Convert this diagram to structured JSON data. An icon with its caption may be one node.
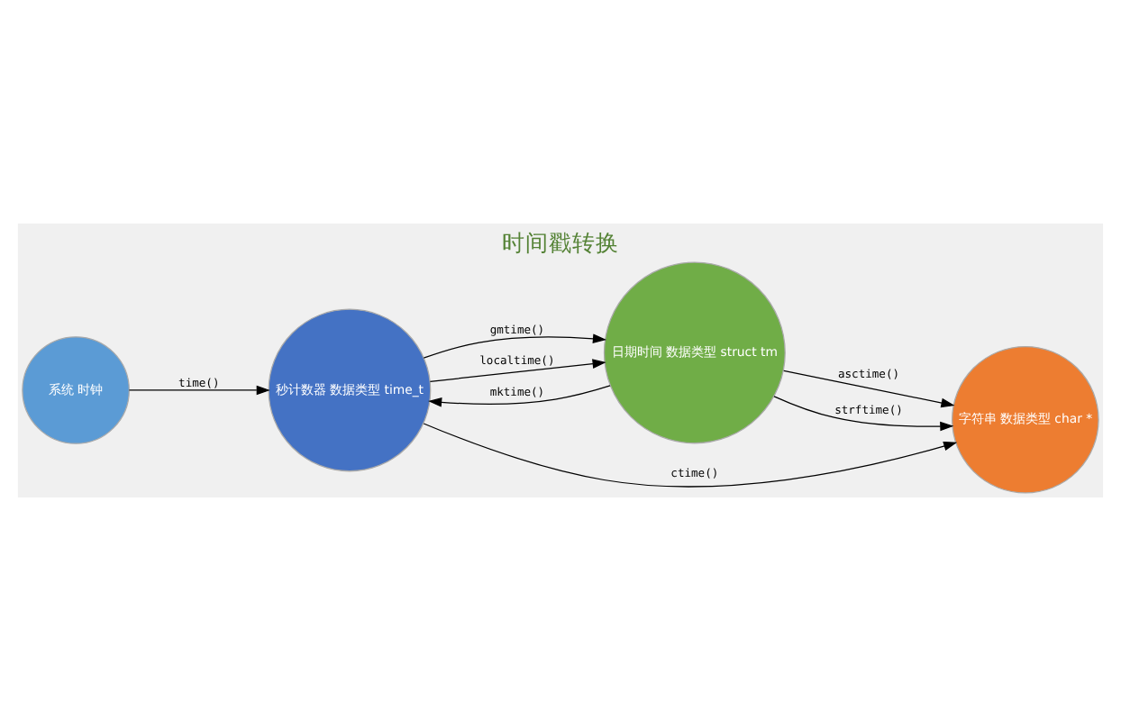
{
  "diagram": {
    "title": "时间戳转换",
    "nodes": [
      {
        "text": [
          "秒计数器 数据类型 time_t"
        ]
      },
      {
        "text": [
          "日期时间 数据类型 struct tm"
        ]
      },
      {
        "text": [
          "系统 时钟"
        ]
      },
      {
        "text": [
          "字符串 数据类型 char *"
        ]
      }
    ],
    "edges": [
      {
        "from": 0,
        "to": 1,
        "arrow": "to",
        "label": "gmtime()"
      },
      {
        "from": 0,
        "to": 1,
        "arrow": "to",
        "label": "localtime()"
      },
      {
        "from": 1,
        "to": 0,
        "arrow": "to",
        "label": "mktime()"
      },
      {
        "from": 2,
        "to": 0,
        "arrow": "to",
        "label": "time()"
      },
      {
        "from": 0,
        "to": 3,
        "arrow": "to",
        "label": "ctime()"
      },
      {
        "from": 1,
        "to": 3,
        "arrow": "to",
        "label": "asctime()"
      },
      {
        "from": 1,
        "to": 3,
        "arrow": "to",
        "label": "strftime()"
      }
    ]
  }
}
